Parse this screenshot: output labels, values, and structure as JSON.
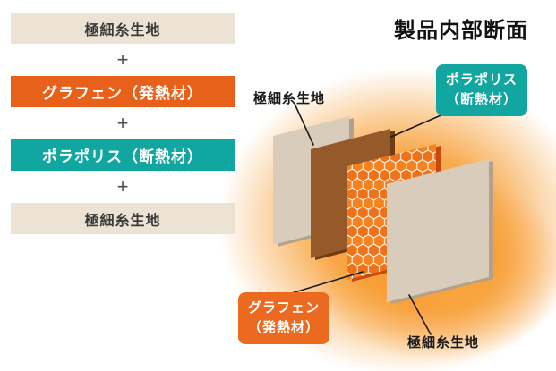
{
  "left_stack": {
    "plus": "+",
    "items": [
      {
        "label": "極細糸生地"
      },
      {
        "label": "グラフェン（発熱材）"
      },
      {
        "label": "ポラポリス（断熱材）"
      },
      {
        "label": "極細糸生地"
      }
    ]
  },
  "diagram": {
    "title": "製品内部断面",
    "labels": {
      "fabric_back": "極細糸生地",
      "fleece_line1": "ポラポリス",
      "fleece_line2": "（断熱材）",
      "graphene_line1": "グラフェン",
      "graphene_line2": "（発熱材）",
      "fabric_front": "極細糸生地"
    }
  },
  "colors": {
    "bar-beige": "#ece3d4",
    "bar-orange": "#e8611a",
    "bar-teal": "#11a69f",
    "bar-text-dark": "#3b3b3b",
    "panel-beige": "#d9ccba",
    "panel-beige-side": "#b3a289",
    "panel-brown": "#96592a",
    "panel-brown-side": "#6e3d14",
    "honeycomb-orange": "#f5821f",
    "honeycomb-side": "#c6490e",
    "tag-teal": "#11a69f",
    "tag-orange": "#ec6a1f"
  }
}
